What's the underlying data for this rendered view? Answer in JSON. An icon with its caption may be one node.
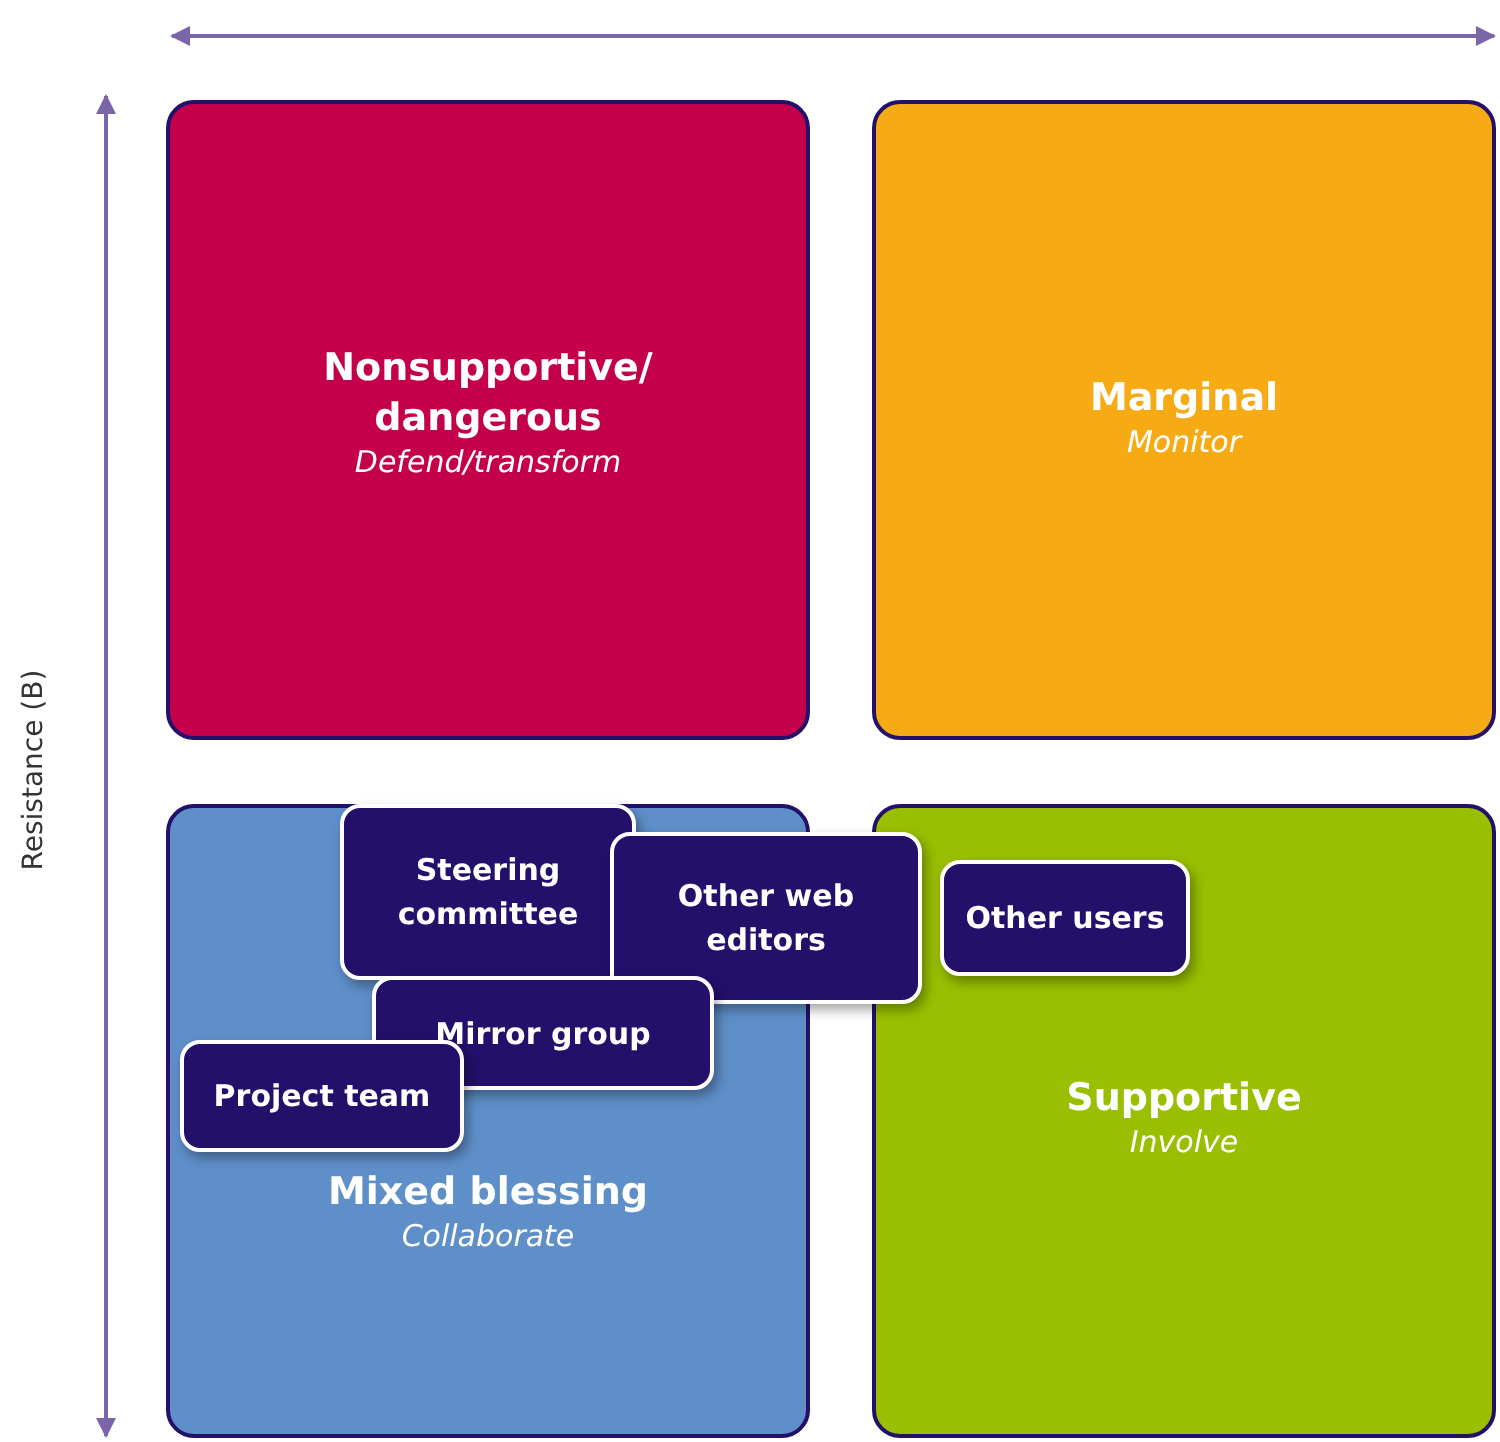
{
  "diagram": {
    "nodes": [
      {
        "text": [
          "Nonsupportive/ dangerous",
          "Defend/transform"
        ]
      },
      {
        "text": [
          "Marginal",
          "Monitor"
        ]
      },
      {
        "text": [
          "Mixed blessing",
          "Collaborate"
        ]
      },
      {
        "text": [
          "Supportive",
          "Involve"
        ]
      },
      {
        "text": [
          "Steering committee"
        ],
        "in": 2
      },
      {
        "text": [
          "Other web editors"
        ]
      },
      {
        "text": [
          "Other users"
        ],
        "in": 3
      },
      {
        "text": [
          "Mirror group"
        ],
        "in": 2
      },
      {
        "text": [
          "Project team"
        ],
        "in": 2
      }
    ],
    "edges": [],
    "labels": [
      "Resistance (B)"
    ]
  }
}
